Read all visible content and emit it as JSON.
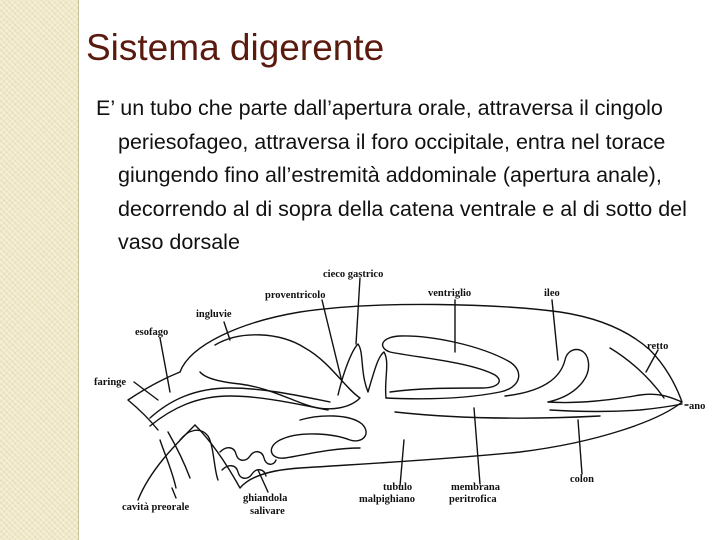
{
  "slide": {
    "title": "Sistema digerente",
    "body": "E’ un tubo che parte dall’apertura orale, attraversa il cingolo periesofageo, attraversa il foro occipitale, entra nel torace giungendo fino all’estremità addominale (apertura anale), decorrendo al di sopra della catena ventrale e al di sotto del vaso dorsale"
  },
  "diagram": {
    "labels": {
      "cieco_gastrico": "cieco gastrico",
      "proventricolo": "proventricolo",
      "ventriglio": "ventriglio",
      "ileo": "ileo",
      "ingluvie": "ingluvie",
      "esofago": "esofago",
      "retto": "retto",
      "faringe": "faringe",
      "ano": "ano",
      "colon": "colon",
      "tubulo_malpighiano": [
        "tubulo",
        "malpighiano"
      ],
      "membrana_peritrofica": [
        "membrana",
        "peritrofica"
      ],
      "cavita_preorale": "cavità preorale",
      "ghiandola_salivare": [
        "ghiandola",
        "salivare"
      ]
    }
  }
}
